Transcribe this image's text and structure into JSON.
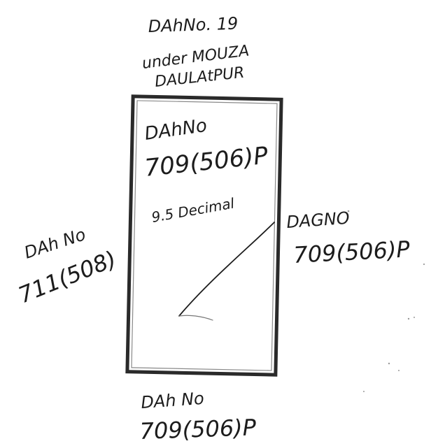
{
  "header": {
    "line1": "DAhNo. 19",
    "line2": "under MOUZA",
    "line3": "DAULAtPUR"
  },
  "plot": {
    "dag_label": "DAhNo",
    "dag_number": "709(506)P",
    "area": "9.5 Decimal"
  },
  "west": {
    "dag_label": "DAh No",
    "dag_number": "711(508)"
  },
  "east": {
    "dag_label": "DAGNO",
    "dag_number": "709(506)P"
  },
  "south": {
    "dag_label": "DAh No",
    "dag_number": "709(506)P"
  }
}
